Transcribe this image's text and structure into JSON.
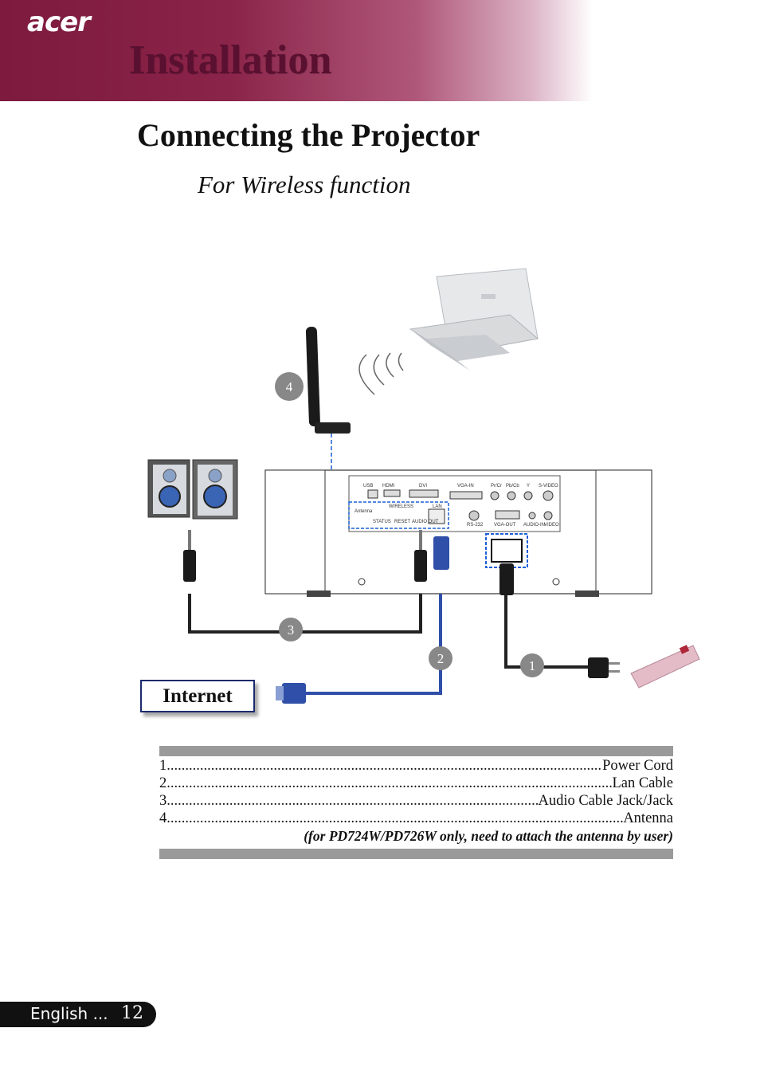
{
  "header": {
    "brand": "acer",
    "section": "Installation"
  },
  "page_title": "Connecting the Projector",
  "subtitle": "For Wireless function",
  "diagram": {
    "callouts": [
      "1",
      "2",
      "3",
      "4"
    ],
    "internet_label": "Internet",
    "ports_top": [
      "USB",
      "HDMI",
      "DVI",
      "VGA-IN",
      "Pr/Cr",
      "Pb/Cb",
      "Y",
      "S-VIDEO"
    ],
    "ports_bottom": [
      "Antenna",
      "WIRELESS",
      "LAN",
      "STATUS",
      "RESET",
      "AUDIO OUT",
      "RS-232",
      "VGA-OUT",
      "AUDIO-IN",
      "VIDEO"
    ]
  },
  "legend": {
    "items": [
      {
        "num": "1.",
        "label": "Power Cord"
      },
      {
        "num": "2.",
        "label": "Lan Cable"
      },
      {
        "num": "3.",
        "label": "Audio Cable Jack/Jack"
      },
      {
        "num": "4.",
        "label": "Antenna"
      }
    ],
    "note": "(for PD724W/PD726W only, need to attach the antenna by user)"
  },
  "footer": {
    "language": "English ...",
    "page": "12"
  },
  "colors": {
    "header": "#7d1a3e",
    "cable_lan": "#2f4fa8",
    "cable": "#222222",
    "highlight": "#1b5fd6"
  }
}
